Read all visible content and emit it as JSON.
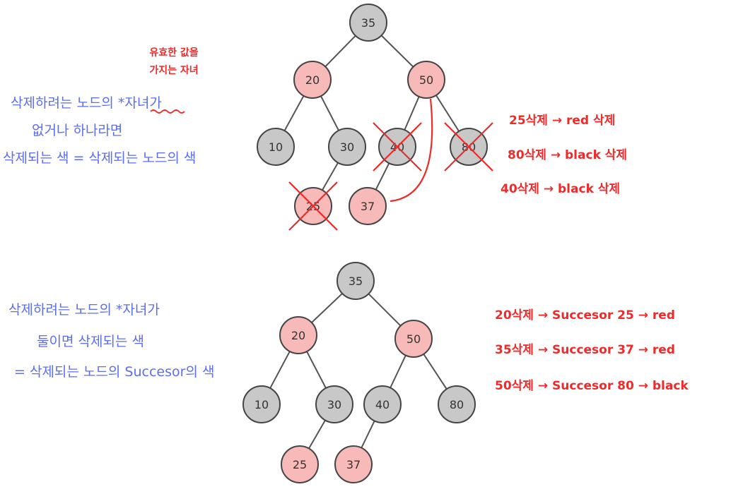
{
  "colors": {
    "black_node": "#c8c8c8",
    "red_node": "#f8b9b9",
    "stroke": "#444444",
    "edge": "#555555",
    "red_ink": "#ee2a2a",
    "blue_ink": "#5b6ef0"
  },
  "top": {
    "nodes": [
      {
        "id": "35",
        "label": "35",
        "color": "black"
      },
      {
        "id": "20",
        "label": "20",
        "color": "red"
      },
      {
        "id": "50",
        "label": "50",
        "color": "red"
      },
      {
        "id": "10",
        "label": "10",
        "color": "black"
      },
      {
        "id": "30",
        "label": "30",
        "color": "black"
      },
      {
        "id": "40",
        "label": "40",
        "color": "black",
        "crossed": true
      },
      {
        "id": "80",
        "label": "80",
        "color": "black",
        "crossed": true
      },
      {
        "id": "25",
        "label": "25",
        "color": "red",
        "crossed": true
      },
      {
        "id": "37",
        "label": "37",
        "color": "red"
      }
    ],
    "edges": [
      [
        "35",
        "20"
      ],
      [
        "35",
        "50"
      ],
      [
        "20",
        "10"
      ],
      [
        "20",
        "30"
      ],
      [
        "50",
        "40"
      ],
      [
        "50",
        "80"
      ],
      [
        "30",
        "25"
      ],
      [
        "40",
        "37"
      ]
    ],
    "annotation": "유효한 값을 가지는 자녀",
    "note": {
      "line1": "삭제하려는 노드의 *자녀가",
      "line2": "없거나 하나라면",
      "line3": "삭제되는 색 = 삭제되는 노드의 색"
    },
    "rules": [
      "25삭제 → red 삭제",
      "80삭제 → black 삭제",
      "40삭제 → black 삭제"
    ]
  },
  "bottom": {
    "nodes": [
      {
        "id": "35",
        "label": "35",
        "color": "black"
      },
      {
        "id": "20",
        "label": "20",
        "color": "red"
      },
      {
        "id": "50",
        "label": "50",
        "color": "red"
      },
      {
        "id": "10",
        "label": "10",
        "color": "black"
      },
      {
        "id": "30",
        "label": "30",
        "color": "black"
      },
      {
        "id": "40",
        "label": "40",
        "color": "black"
      },
      {
        "id": "80",
        "label": "80",
        "color": "black"
      },
      {
        "id": "25",
        "label": "25",
        "color": "red"
      },
      {
        "id": "37",
        "label": "37",
        "color": "red"
      }
    ],
    "edges": [
      [
        "35",
        "20"
      ],
      [
        "35",
        "50"
      ],
      [
        "20",
        "10"
      ],
      [
        "20",
        "30"
      ],
      [
        "50",
        "40"
      ],
      [
        "50",
        "80"
      ],
      [
        "30",
        "25"
      ],
      [
        "40",
        "37"
      ]
    ],
    "note": {
      "line1": "삭제하려는 노드의 *자녀가",
      "line2": "둘이면 삭제되는 색",
      "line3": "= 삭제되는 노드의 Succesor의 색"
    },
    "rules": [
      "20삭제 → Succesor 25 → red",
      "35삭제 → Succesor 37 → red",
      "50삭제 → Succesor 80 → black"
    ]
  }
}
